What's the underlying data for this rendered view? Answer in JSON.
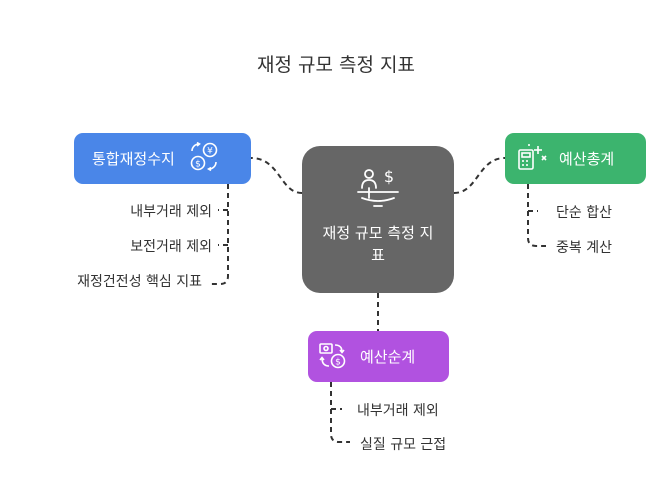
{
  "title": "재정 규모 측정 지표",
  "center": {
    "label": "재정 규모 측정 지표",
    "icon": "balance-scale-dollar-icon"
  },
  "nodes": {
    "left": {
      "label": "통합재정수지",
      "icon": "currency-exchange-icon",
      "color": "#4a86e8",
      "children": [
        "내부거래 제외",
        "보전거래 제외",
        "재정건전성 핵심 지표"
      ]
    },
    "right": {
      "label": "예산총계",
      "icon": "calculator-plus-icon",
      "color": "#3cb46e",
      "children": [
        "단순 합산",
        "중복 계산"
      ]
    },
    "bottom": {
      "label": "예산순계",
      "icon": "money-exchange-icon",
      "color": "#b152e0",
      "children": [
        "내부거래 제외",
        "실질 규모 근접"
      ]
    }
  },
  "center_color": "#666666"
}
